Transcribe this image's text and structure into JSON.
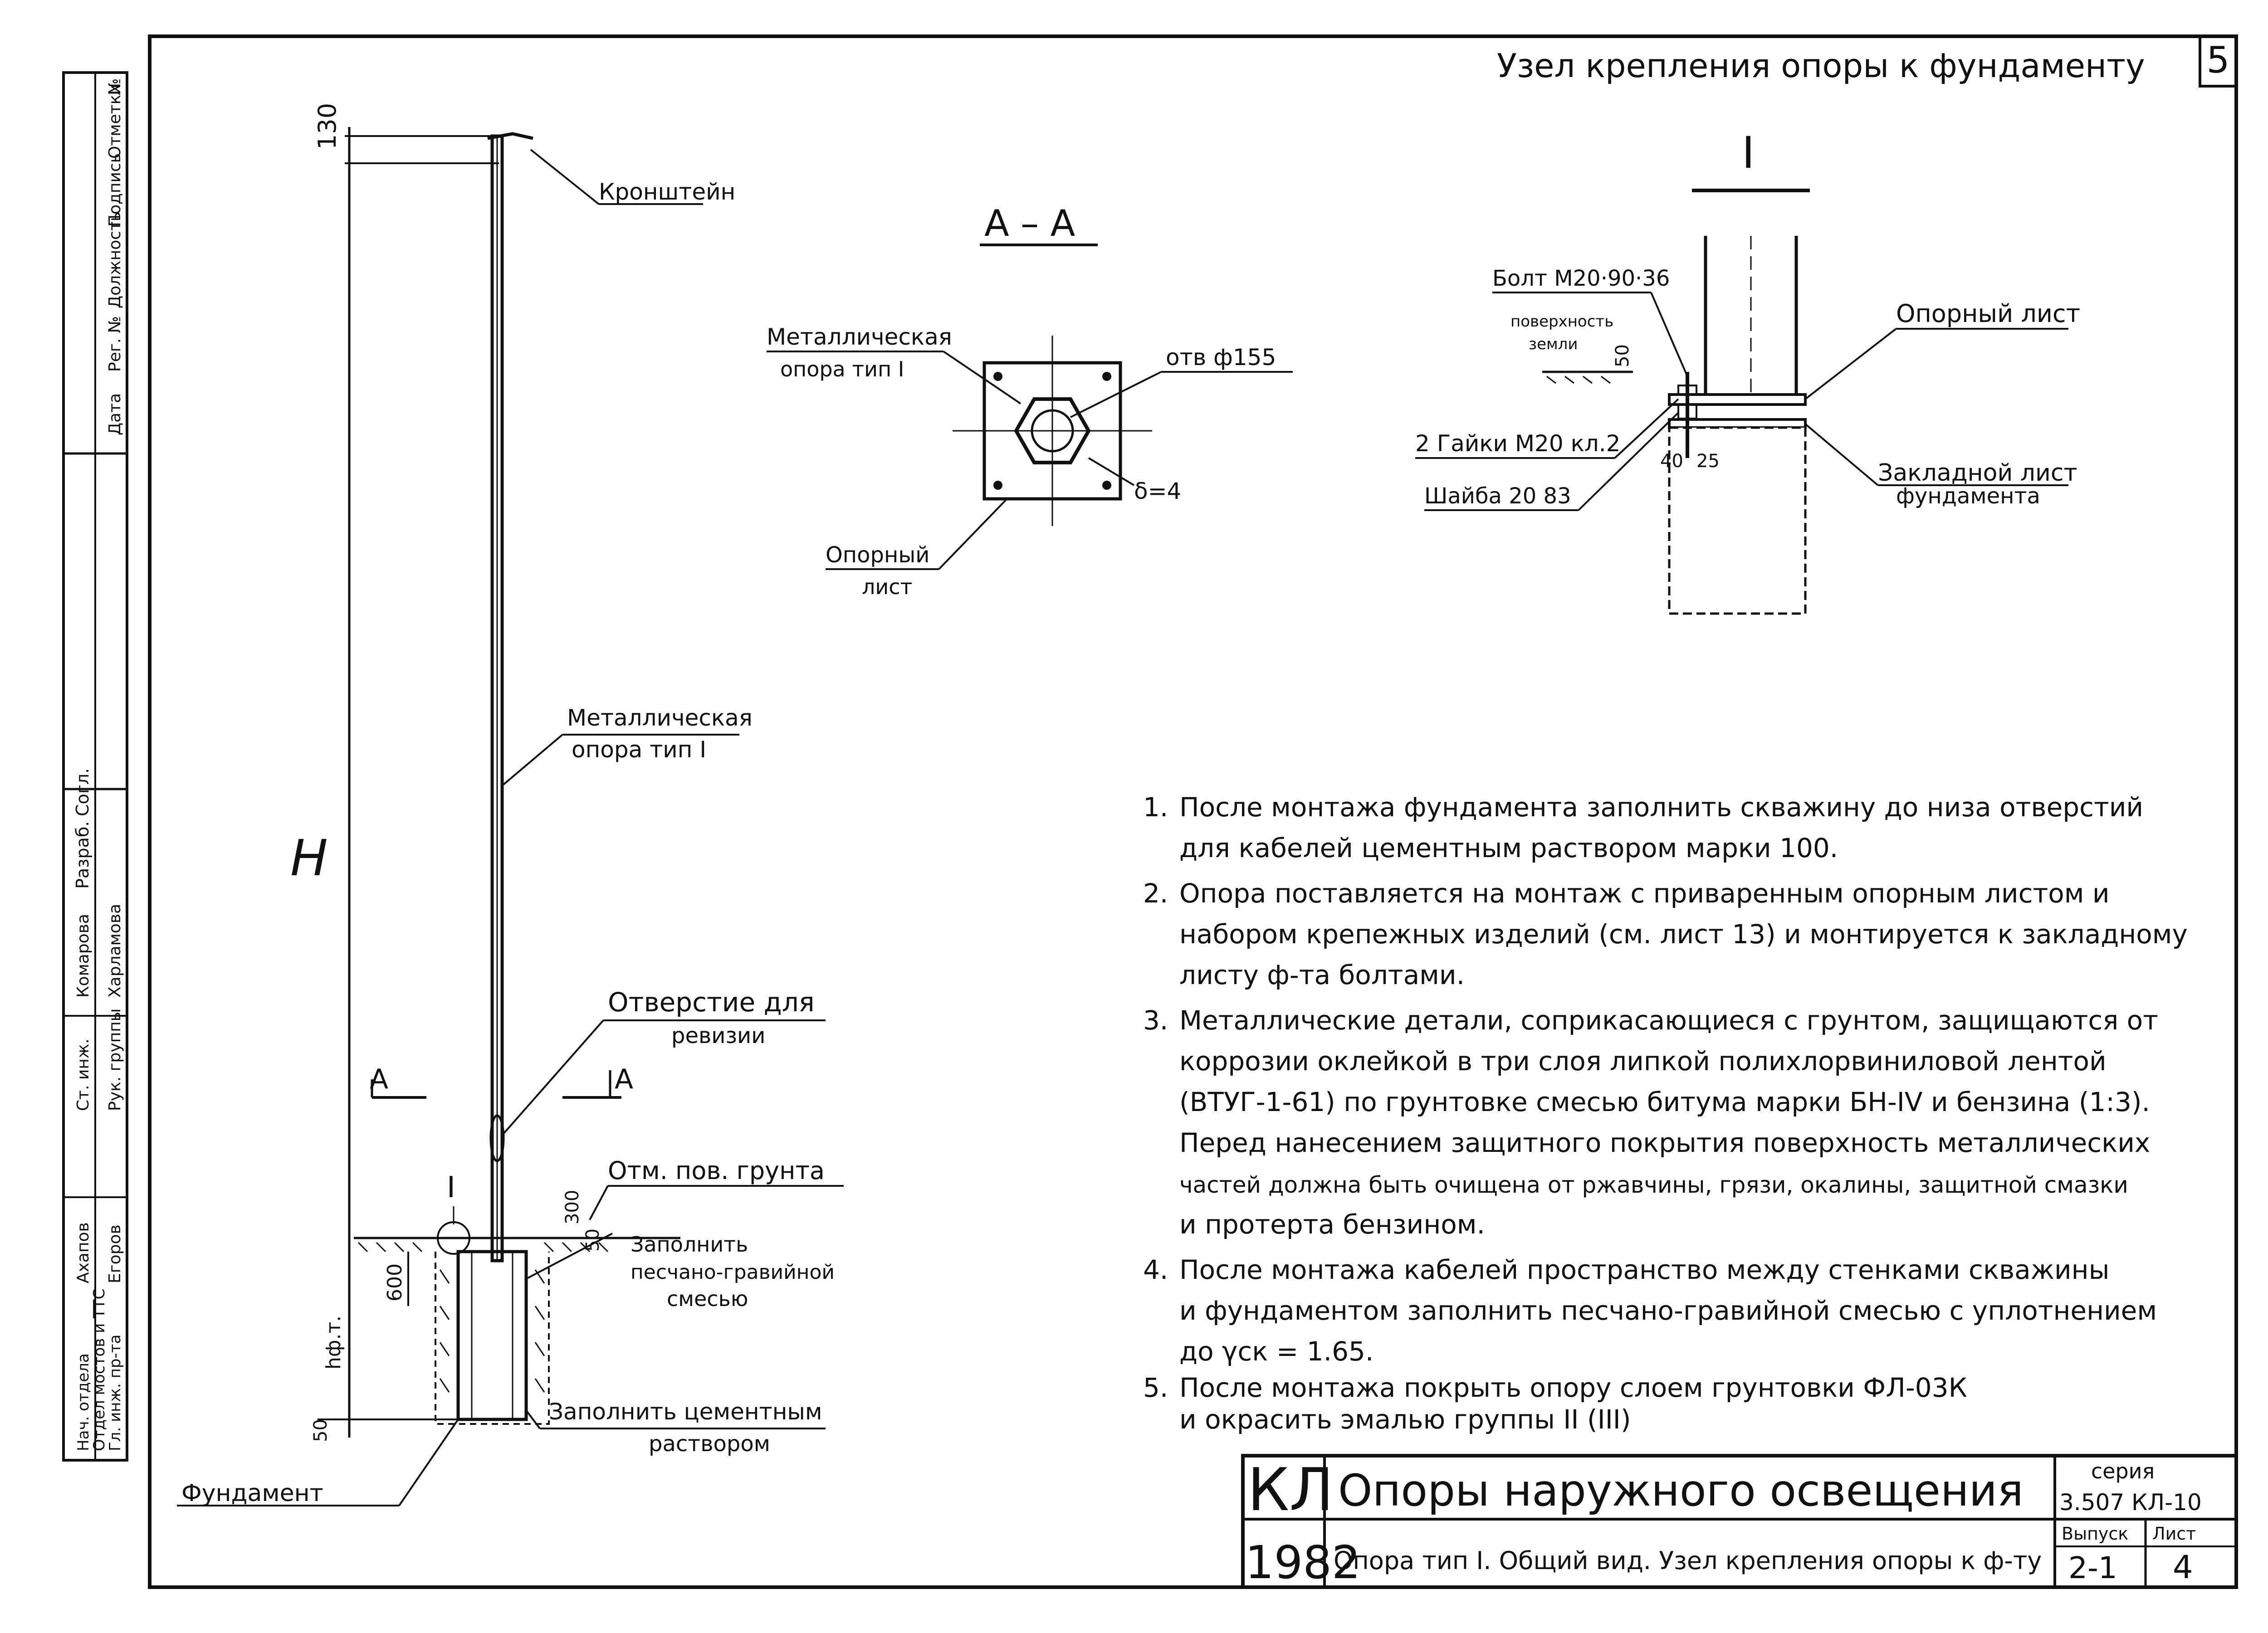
{
  "sheet": {
    "number": "5",
    "header_title": "Узел крепления опоры к фундаменту"
  },
  "general_view": {
    "height_dim": "H",
    "top_dim": "130",
    "bracket_label": "Кронштейн",
    "pole_label_line1": "Металлическая",
    "pole_label_line2": "опора тип I",
    "opening_label_line1": "Отверстие для",
    "opening_label_line2": "ревизии",
    "ground_mark": "Отм. пов. грунта",
    "sand_fill_line1": "Заполнить",
    "sand_fill_line2": "песчано-гравийной",
    "sand_fill_line3": "смесью",
    "cement_fill_line1": "Заполнить цементным",
    "cement_fill_line2": "раствором",
    "foundation_label": "Фундамент",
    "node_ref": "I",
    "section_left": "A",
    "section_right": "A",
    "dim_300": "300",
    "dim_50": "50",
    "dim_600": "600",
    "dim_hft": "hф.т.",
    "dim_50b": "50"
  },
  "section_aa": {
    "title": "А – А",
    "pole_label_line1": "Металлическая",
    "pole_label_line2": "опора тип I",
    "hole_label": "отв ф155",
    "thickness_label": "δ=4",
    "plate_label_line1": "Опорный",
    "plate_label_line2": "лист"
  },
  "node_i": {
    "title": "I",
    "bolt_label": "Болт М20·90·36",
    "surface_line1": "поверхность",
    "surface_line2": "земли",
    "dim_50": "50",
    "support_plate": "Опорный лист",
    "nuts_label": "2 Гайки М20 кл.2",
    "washer_label": "Шайба 20 83",
    "dim_40": "40",
    "dim_25": "25",
    "embedded_line1": "Закладной лист",
    "embedded_line2": "фундамента"
  },
  "notes": [
    {
      "n": "1.",
      "lines": [
        "После монтажа фундамента заполнить скважину до низа отверстий",
        "для кабелей цементным раствором марки 100."
      ]
    },
    {
      "n": "2.",
      "lines": [
        "Опора поставляется на монтаж с приваренным опорным листом и",
        "набором крепежных изделий (см. лист 13) и монтируется к закладному",
        "листу ф-та болтами."
      ]
    },
    {
      "n": "3.",
      "lines": [
        "Металлические детали, соприкасающиеся с грунтом, защищаются от",
        "коррозии оклейкой в три слоя липкой полихлорвиниловой лентой",
        "(ВТУГ-1-61) по грунтовке смесью битума марки БН-IV и бензина (1:3).",
        "Перед нанесением защитного покрытия поверхность металлических",
        "частей должна быть очищена от ржавчины, грязи, окалины, защитной смазки",
        "и протерта бензином."
      ]
    },
    {
      "n": "4.",
      "lines": [
        "После монтажа кабелей пространство между стенками скважины",
        "и фундаментом заполнить песчано-гравийной смесью с уплотнением",
        "до γск = 1.65."
      ]
    },
    {
      "n": "5.",
      "lines": [
        "После монтажа покрыть опору слоем грунтовки ФЛ-03К",
        "и окрасить эмалью группы II (III)"
      ]
    }
  ],
  "title_block": {
    "code": "КЛ",
    "year": "1982",
    "title": "Опоры наружного освещения",
    "subtitle": "Опора тип I. Общий вид. Узел крепления опоры к ф-ту",
    "series_label": "серия",
    "series_value": "3.507 КЛ-10",
    "issue_label": "Выпуск",
    "issue_value": "2-1",
    "sheet_label": "Лист",
    "sheet_value": "4"
  },
  "side_stamp": {
    "top_headers": [
      "Дата",
      "Рег. №",
      "Должность",
      "Подпись",
      "Отметки",
      "№"
    ],
    "mid_headers": [
      "Разраб.",
      "Согл."
    ],
    "names": [
      "Рук. группы",
      "Ст. инж.",
      "Гл. инж. пр-та",
      "Отдел мостов и ТТС",
      "Нач. отдела",
      "Егоров",
      "Ахапов",
      "Харламова",
      "Комарова"
    ]
  }
}
